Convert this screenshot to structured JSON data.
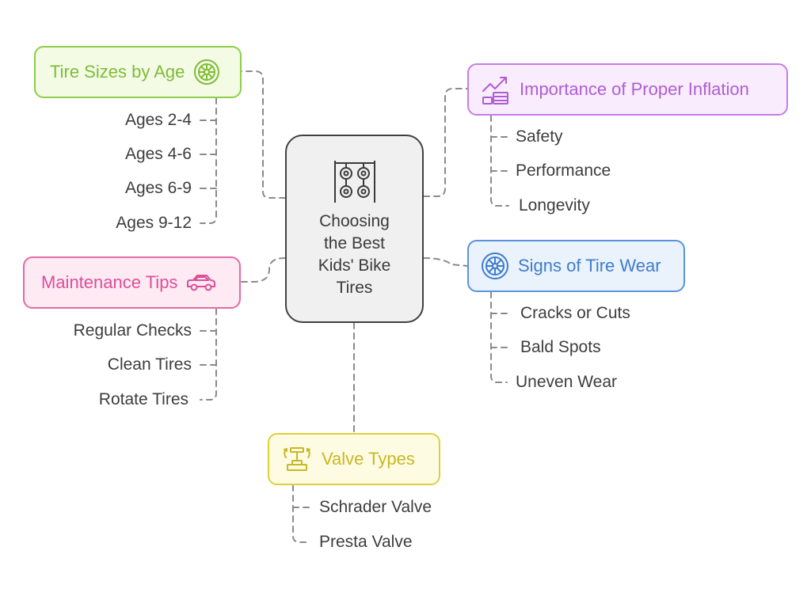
{
  "center": {
    "title": "Choosing\nthe Best\nKids' Bike\nTires",
    "icon": "bike-wheels-icon"
  },
  "branches": {
    "sizes": {
      "label": "Tire Sizes by Age",
      "icon": "tire-icon",
      "color": "#7fbb38",
      "items": [
        "Ages 2-4",
        "Ages 4-6",
        "Ages 6-9",
        "Ages 9-12"
      ]
    },
    "maintenance": {
      "label": "Maintenance Tips",
      "icon": "car-icon",
      "color": "#dc4e98",
      "items": [
        "Regular Checks",
        "Clean Tires",
        "Rotate Tires"
      ]
    },
    "inflation": {
      "label": "Importance of Proper Inflation",
      "icon": "chart-growth-icon",
      "color": "#b05cd4",
      "items": [
        "Safety",
        "Performance",
        "Longevity"
      ]
    },
    "wear": {
      "label": "Signs of Tire Wear",
      "icon": "wheel-icon",
      "color": "#3f7ccc",
      "items": [
        "Cracks or Cuts",
        "Bald Spots",
        "Uneven Wear"
      ]
    },
    "valve": {
      "label": "Valve Types",
      "icon": "valve-pump-icon",
      "color": "#c9b823",
      "items": [
        "Schrader Valve",
        "Presta Valve"
      ]
    }
  }
}
